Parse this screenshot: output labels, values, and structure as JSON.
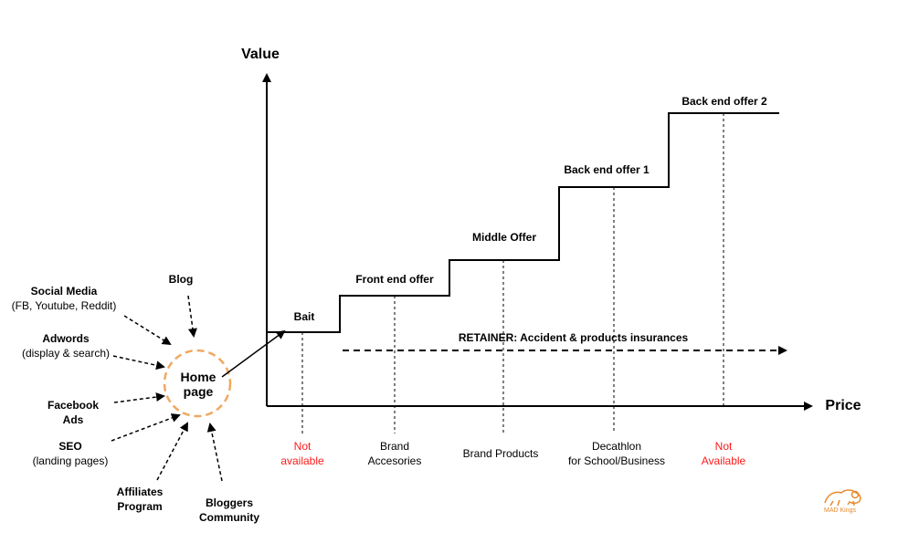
{
  "axes": {
    "y_label": "Value",
    "x_label": "Price"
  },
  "home": {
    "line1": "Home",
    "line2": "page"
  },
  "sources": {
    "social_title": "Social Media",
    "social_sub": "(FB, Youtube, Reddit)",
    "blog": "Blog",
    "adwords_title": "Adwords",
    "adwords_sub": "(display & search)",
    "facebook_line1": "Facebook",
    "facebook_line2": "Ads",
    "seo_title": "SEO",
    "seo_sub": "(landing pages)",
    "affiliates_line1": "Affiliates",
    "affiliates_line2": "Program",
    "bloggers_line1": "Bloggers",
    "bloggers_line2": "Community"
  },
  "steps": [
    {
      "label": "Bait"
    },
    {
      "label": "Front end offer"
    },
    {
      "label": "Middle Offer"
    },
    {
      "label": "Back end offer 1"
    },
    {
      "label": "Back end offer 2"
    }
  ],
  "retainer": "RETAINER: Accident & products insurances",
  "products": [
    {
      "line1": "Not",
      "line2": "available",
      "color": "#ff1a1a"
    },
    {
      "line1": "Brand",
      "line2": "Accesories",
      "color": "#000000"
    },
    {
      "line1": "Brand Products",
      "line2": "",
      "color": "#000000"
    },
    {
      "line1": "Decathlon",
      "line2": "for School/Business",
      "color": "#000000"
    },
    {
      "line1": "Not",
      "line2": "Available",
      "color": "#ff1a1a"
    }
  ],
  "logo": {
    "text": "MAD Kings",
    "color": "#e8892d"
  },
  "colors": {
    "home_circle": "#f0a860",
    "not_available": "#ff1a1a"
  }
}
